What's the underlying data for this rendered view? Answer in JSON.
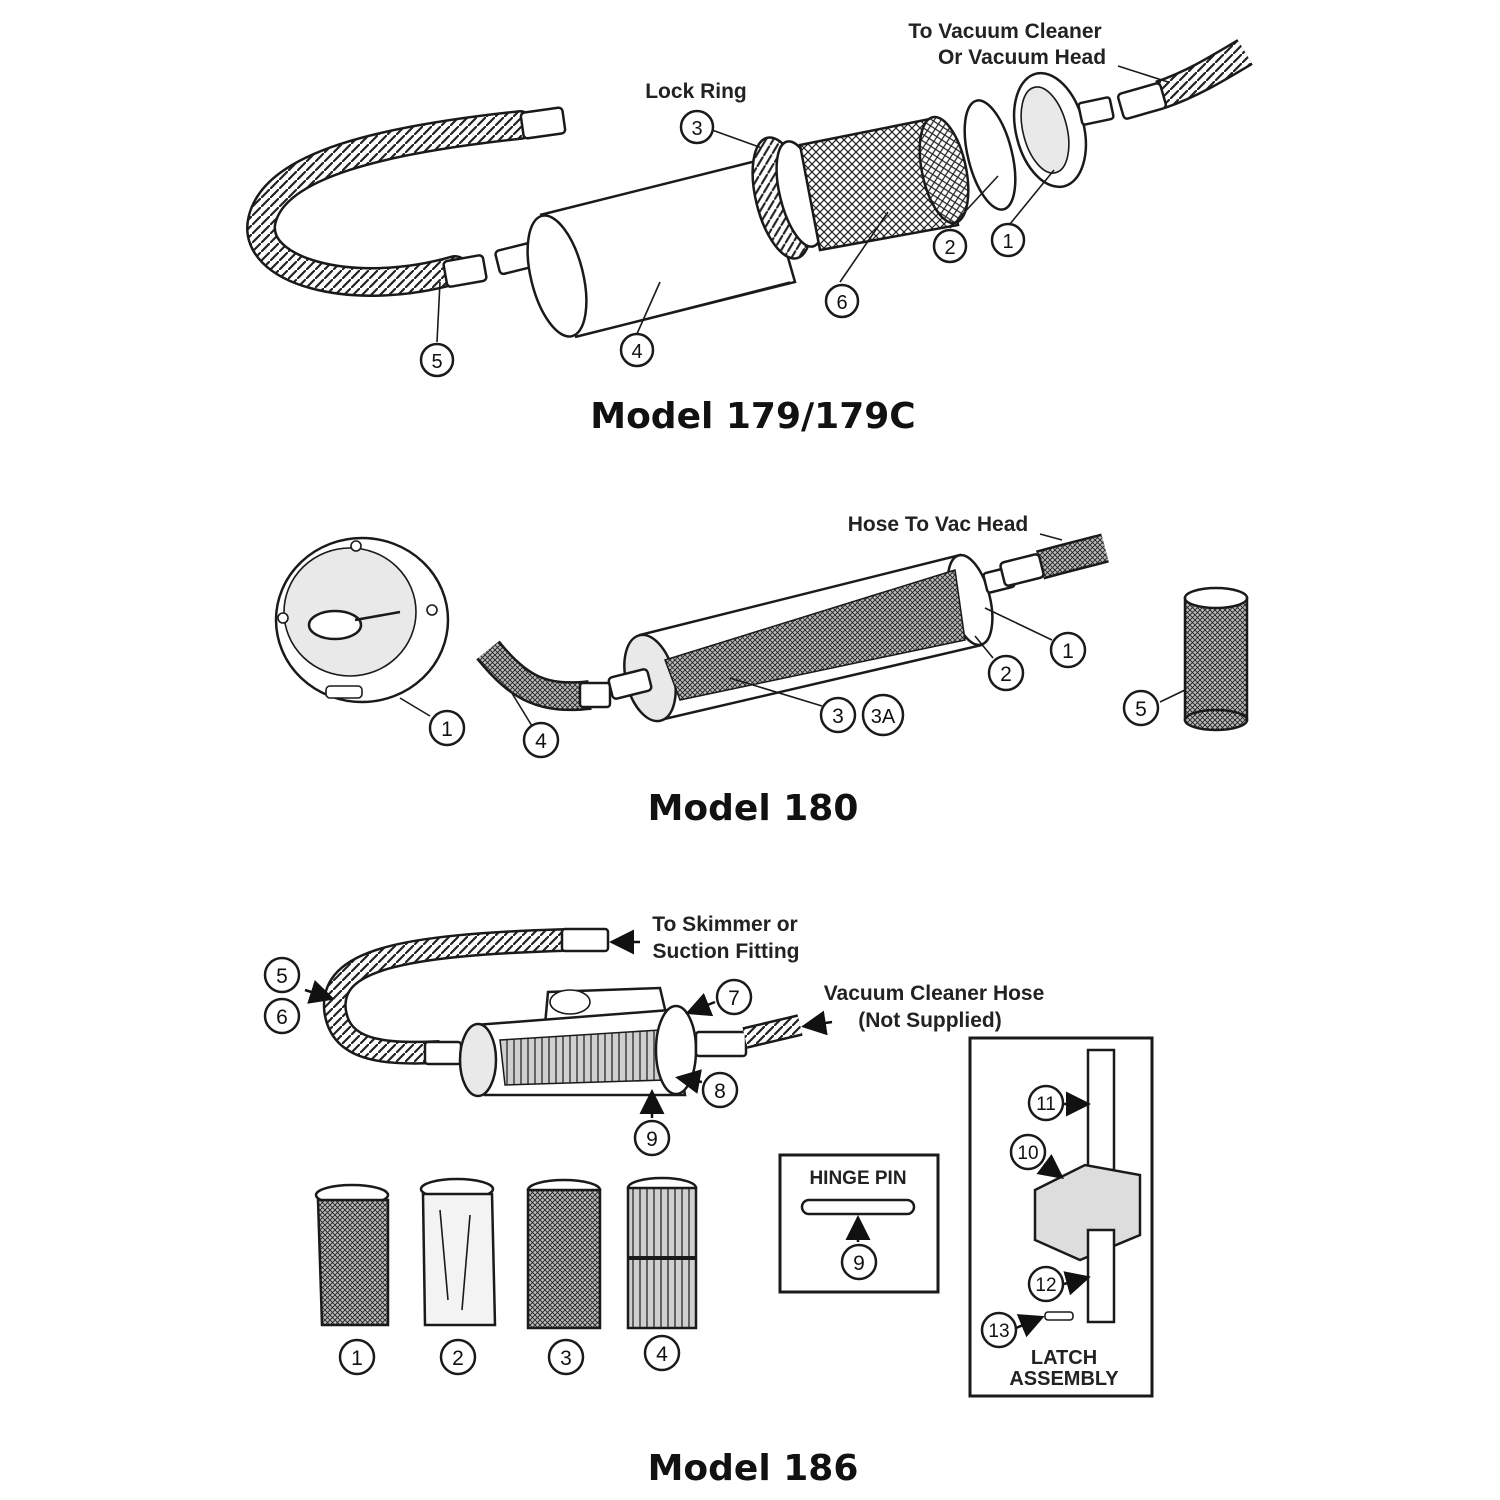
{
  "model_179": {
    "title": "Model 179/179C",
    "labels": {
      "lock_ring": "Lock Ring",
      "to_vacuum_line1": "To Vacuum Cleaner",
      "to_vacuum_line2": "Or Vacuum Head"
    },
    "callouts": [
      "1",
      "2",
      "3",
      "4",
      "5",
      "6"
    ]
  },
  "model_180": {
    "title": "Model 180",
    "labels": {
      "hose_to_vac_head": "Hose To Vac Head"
    },
    "callouts": [
      "1",
      "1",
      "2",
      "3",
      "3A",
      "4",
      "5"
    ]
  },
  "model_186": {
    "title": "Model 186",
    "labels": {
      "to_skimmer_line1": "To Skimmer or",
      "to_skimmer_line2": "Suction Fitting",
      "vac_hose_line1": "Vacuum Cleaner Hose",
      "vac_hose_line2": "(Not Supplied)",
      "hinge_pin": "HINGE PIN",
      "latch_line1": "LATCH",
      "latch_line2": "ASSEMBLY"
    },
    "callouts": [
      "1",
      "2",
      "3",
      "4",
      "5",
      "6",
      "7",
      "8",
      "9",
      "9",
      "10",
      "11",
      "12",
      "13"
    ]
  }
}
